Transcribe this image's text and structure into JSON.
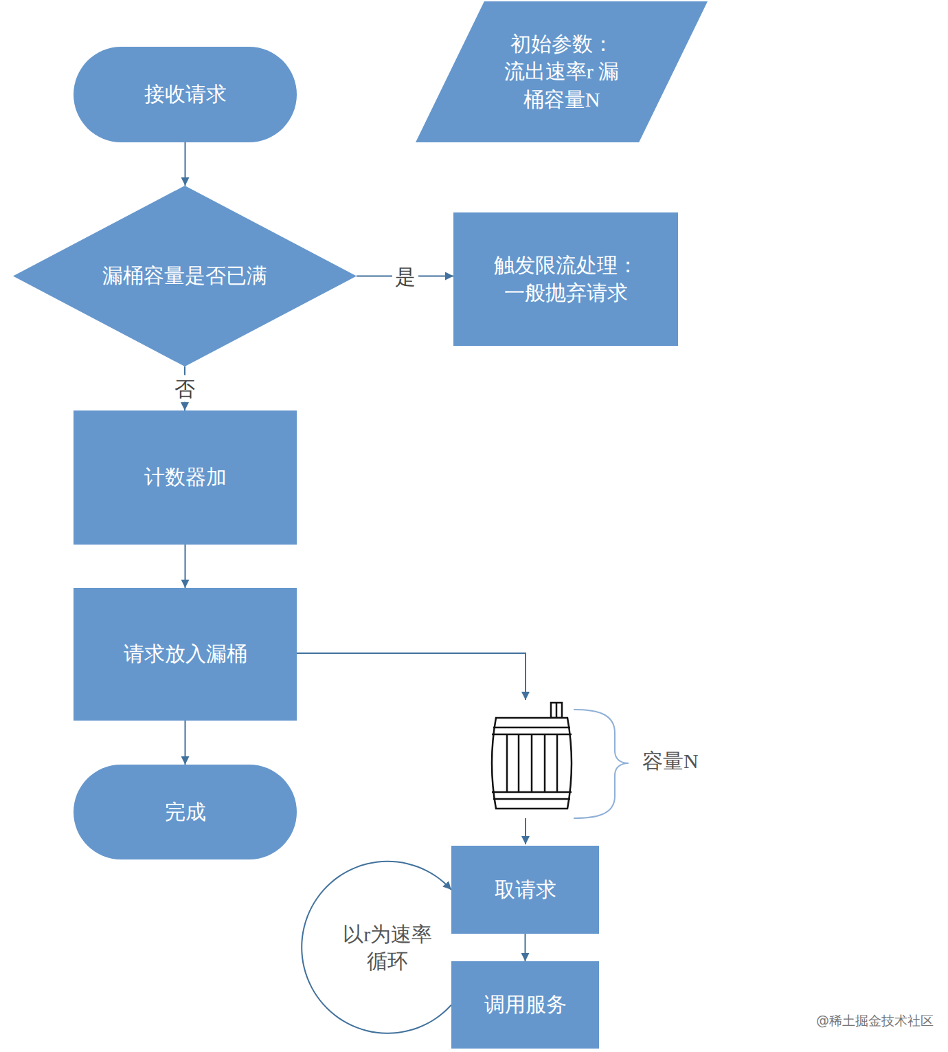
{
  "diagram": {
    "nodes": [
      {
        "text": [
          "接收请求"
        ]
      },
      {
        "text": [
          "初始参数： 流出速率r 漏桶容量N"
        ]
      },
      {
        "text": [
          "漏桶容量是否已满"
        ]
      },
      {
        "text": [
          "触发限流处理： 一般抛弃请求"
        ]
      },
      {
        "text": [
          "计数器加"
        ]
      },
      {
        "text": [
          "请求放入漏桶"
        ]
      },
      {
        "text": [
          "完成"
        ]
      },
      {
        "text": [
          "取请求"
        ]
      },
      {
        "text": [
          "调用服务"
        ]
      }
    ],
    "edges": [
      {
        "from": 0,
        "to": 2,
        "arrow": "to"
      },
      {
        "from": 2,
        "to": 3,
        "label": "是",
        "arrow": "to"
      },
      {
        "from": 2,
        "to": 4,
        "label": "否",
        "arrow": "to"
      },
      {
        "from": 4,
        "to": 5,
        "arrow": "to"
      },
      {
        "from": 5,
        "to": 6,
        "arrow": "to"
      },
      {
        "from": 7,
        "to": 8,
        "arrow": "to"
      },
      {
        "from": 8,
        "to": 7,
        "label": "以r为速率 循环",
        "arrow": "to"
      }
    ],
    "labels": [
      "容量N",
      "@稀土掘金技术社区"
    ]
  }
}
